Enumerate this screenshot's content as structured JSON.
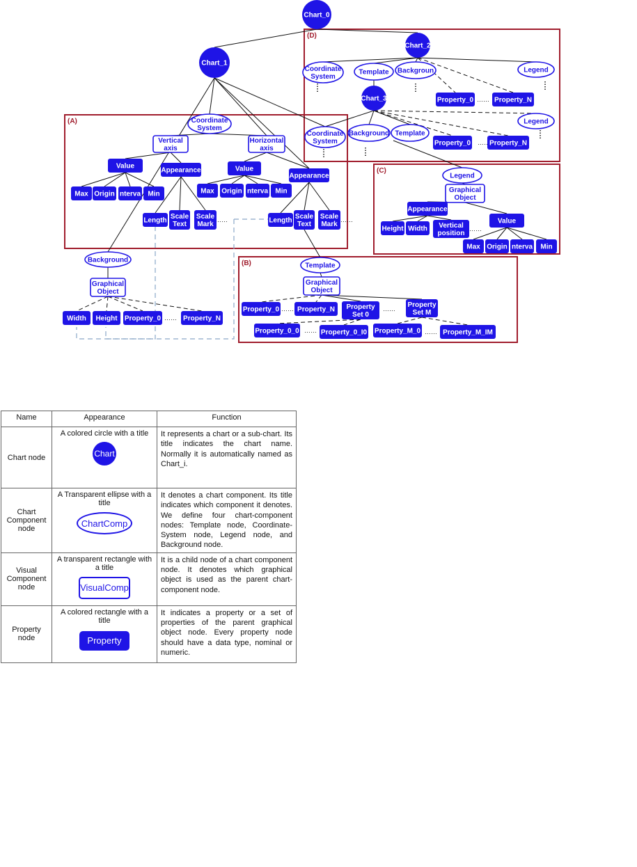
{
  "colors": {
    "node": "#1f14e6",
    "region": "#a01c2c",
    "dashed": "#8aa8c8"
  },
  "regions": {
    "A": "(A)",
    "B": "(B)",
    "C": "(C)",
    "D": "(D)"
  },
  "labels": {
    "chart0": "Chart_0",
    "chart1": "Chart_1",
    "chart2": "Chart_2",
    "chart3": "Chart_3",
    "coordSys": [
      "Coordinate",
      "System"
    ],
    "verticalAxis": [
      "Vertical",
      "axis"
    ],
    "horizontalAxis": [
      "Horizontal",
      "axis"
    ],
    "value": "Value",
    "appearance": "Appearance",
    "max": "Max",
    "origin": "Origin",
    "interval": "nterva",
    "min": "Min",
    "length": "Length",
    "scaleText": [
      "Scale",
      "Text"
    ],
    "scaleMark": [
      "Scale",
      "Mark"
    ],
    "background": "Background",
    "backgroundCut": "Backgroun",
    "graphicalObject": [
      "Graphical",
      "Object"
    ],
    "width": "Width",
    "height": "Height",
    "property0": "Property_0",
    "propertyN": "Property_N",
    "template": "Template",
    "legend": "Legend",
    "verticalPosition": [
      "Vertical",
      "position"
    ],
    "propertySet0": [
      "Property",
      "Set 0"
    ],
    "propertySetM": [
      "Property",
      "Set M"
    ],
    "property00": "Property_0_0",
    "property0I0": "Property_0_I0",
    "propertyM0": "Property_M_0",
    "propertyMIM": "Property_M_IM",
    "ellipsis": "……"
  },
  "table": {
    "headers": [
      "Name",
      "Appearance",
      "Function"
    ],
    "rows": [
      {
        "name": "Chart node",
        "appearance": "A colored circle with a title",
        "swatch": "Chart",
        "function": "It represents a chart or a sub-chart. Its title indicates the chart name. Normally it is automatically named as Chart_i."
      },
      {
        "name": "Chart Component node",
        "appearance": "A Transparent ellipse with a title",
        "swatch": "ChartComp",
        "function": "It denotes a chart component. Its title indicates which component it denotes. We define four chart-component nodes: Template node, Coordinate-System node, Legend node, and Background node."
      },
      {
        "name": "Visual Component node",
        "appearance": "A transparent rectangle with a title",
        "swatch": "VisualComp",
        "function": "It is a child node of a chart component node. It denotes which graphical object is used as the parent chart-component node."
      },
      {
        "name": "Property node",
        "appearance": "A colored rectangle with a title",
        "swatch": "Property",
        "function": "It indicates a property or a set of properties of the parent graphical object node. Every property node should have a data type, nominal or numeric."
      }
    ]
  }
}
